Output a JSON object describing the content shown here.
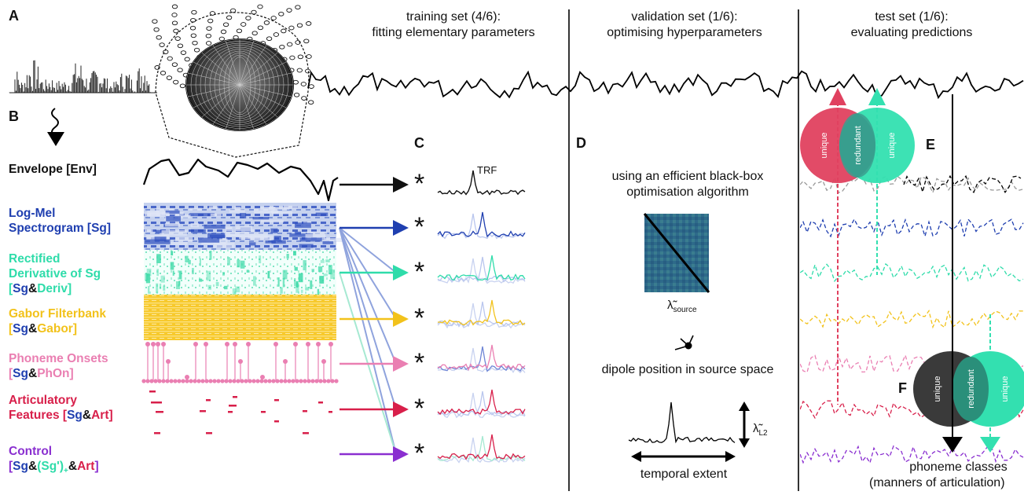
{
  "panel_letters": {
    "a": "A",
    "b": "B",
    "c": "C",
    "d": "D",
    "e": "E",
    "f": "F"
  },
  "headers": {
    "training_line1": "training set (4/6):",
    "training_line2": "fitting elementary parameters",
    "validation_line1": "validation set (1/6):",
    "validation_line2": "optimising hyperparameters",
    "test_line1": "test set (1/6):",
    "test_line2": "evaluating predictions"
  },
  "features": [
    {
      "key": "env",
      "parts": [
        {
          "t": "Envelope [Env]",
          "c": "#111111"
        }
      ]
    },
    {
      "key": "sg",
      "parts": [
        {
          "t": "Log-Mel",
          "c": "#1f3fb0"
        },
        {
          "t": "\n"
        },
        {
          "t": "Spectrogram [Sg]",
          "c": "#1f3fb0"
        }
      ]
    },
    {
      "key": "deriv",
      "parts": [
        {
          "t": "Rectified",
          "c": "#2fdcaa"
        },
        {
          "t": "\n"
        },
        {
          "t": "Derivative of Sg",
          "c": "#2fdcaa"
        },
        {
          "t": "\n"
        },
        {
          "t": "[",
          "c": "#2fdcaa"
        },
        {
          "t": "Sg",
          "c": "#1f3fb0"
        },
        {
          "t": "&",
          "c": "#111111"
        },
        {
          "t": "Deriv",
          "c": "#2fdcaa"
        },
        {
          "t": "]",
          "c": "#2fdcaa"
        }
      ]
    },
    {
      "key": "gabor",
      "parts": [
        {
          "t": "Gabor Filterbank",
          "c": "#f2c21b"
        },
        {
          "t": "\n"
        },
        {
          "t": "[",
          "c": "#f2c21b"
        },
        {
          "t": "Sg",
          "c": "#1f3fb0"
        },
        {
          "t": "&",
          "c": "#111111"
        },
        {
          "t": "Gabor",
          "c": "#f2c21b"
        },
        {
          "t": "]",
          "c": "#f2c21b"
        }
      ]
    },
    {
      "key": "phon",
      "parts": [
        {
          "t": "Phoneme Onsets",
          "c": "#ea7fb2"
        },
        {
          "t": "\n"
        },
        {
          "t": "[",
          "c": "#ea7fb2"
        },
        {
          "t": "Sg",
          "c": "#1f3fb0"
        },
        {
          "t": "&",
          "c": "#111111"
        },
        {
          "t": "PhOn",
          "c": "#ea7fb2"
        },
        {
          "t": "]",
          "c": "#ea7fb2"
        }
      ]
    },
    {
      "key": "art",
      "parts": [
        {
          "t": "Articulatory",
          "c": "#d81f4a"
        },
        {
          "t": "\n"
        },
        {
          "t": "Features [",
          "c": "#d81f4a"
        },
        {
          "t": "Sg",
          "c": "#1f3fb0"
        },
        {
          "t": "&",
          "c": "#111111"
        },
        {
          "t": "Art",
          "c": "#d81f4a"
        },
        {
          "t": "]",
          "c": "#d81f4a"
        }
      ]
    },
    {
      "key": "ctrl",
      "parts": [
        {
          "t": "Control",
          "c": "#8a2fd0"
        },
        {
          "t": "\n"
        },
        {
          "t": "[",
          "c": "#8a2fd0"
        },
        {
          "t": "Sg",
          "c": "#1f3fb0"
        },
        {
          "t": "&",
          "c": "#111111"
        },
        {
          "t": "(Sg')",
          "c": "#2fdcaa"
        },
        {
          "t": "+",
          "c": "#2fdcaa",
          "sub": true
        },
        {
          "t": "&",
          "c": "#111111"
        },
        {
          "t": "Art",
          "c": "#d81f4a"
        },
        {
          "t": "]",
          "c": "#8a2fd0"
        }
      ]
    }
  ],
  "colors": {
    "env": "#111111",
    "sg": "#1f3fb0",
    "deriv": "#2fdcaa",
    "gabor": "#f2c21b",
    "phon": "#ea7fb2",
    "art": "#d81f4a",
    "ctrl": "#8a2fd0",
    "unique_red": "#e0415f",
    "unique_teal": "#33e0b0",
    "unique_dark": "#3a3a3a",
    "divider": "#000000"
  },
  "trf_label": "TRF",
  "convolution_symbol": "*",
  "d_panel": {
    "algo_line1": "using an efficient black-box",
    "algo_line2": "optimisation algorithm",
    "lambda_source_symbol": "λ̃",
    "lambda_source_sub": "source",
    "dipole_text": "dipole position in source space",
    "lambda_l2_symbol": "λ̃",
    "lambda_l2_sub": "L2",
    "temporal_text": "temporal extent"
  },
  "venn": {
    "unique": "unique",
    "redundant": "redundant"
  },
  "phoneme_line1": "phoneme classes",
  "phoneme_line2": "(manners of articulation)"
}
